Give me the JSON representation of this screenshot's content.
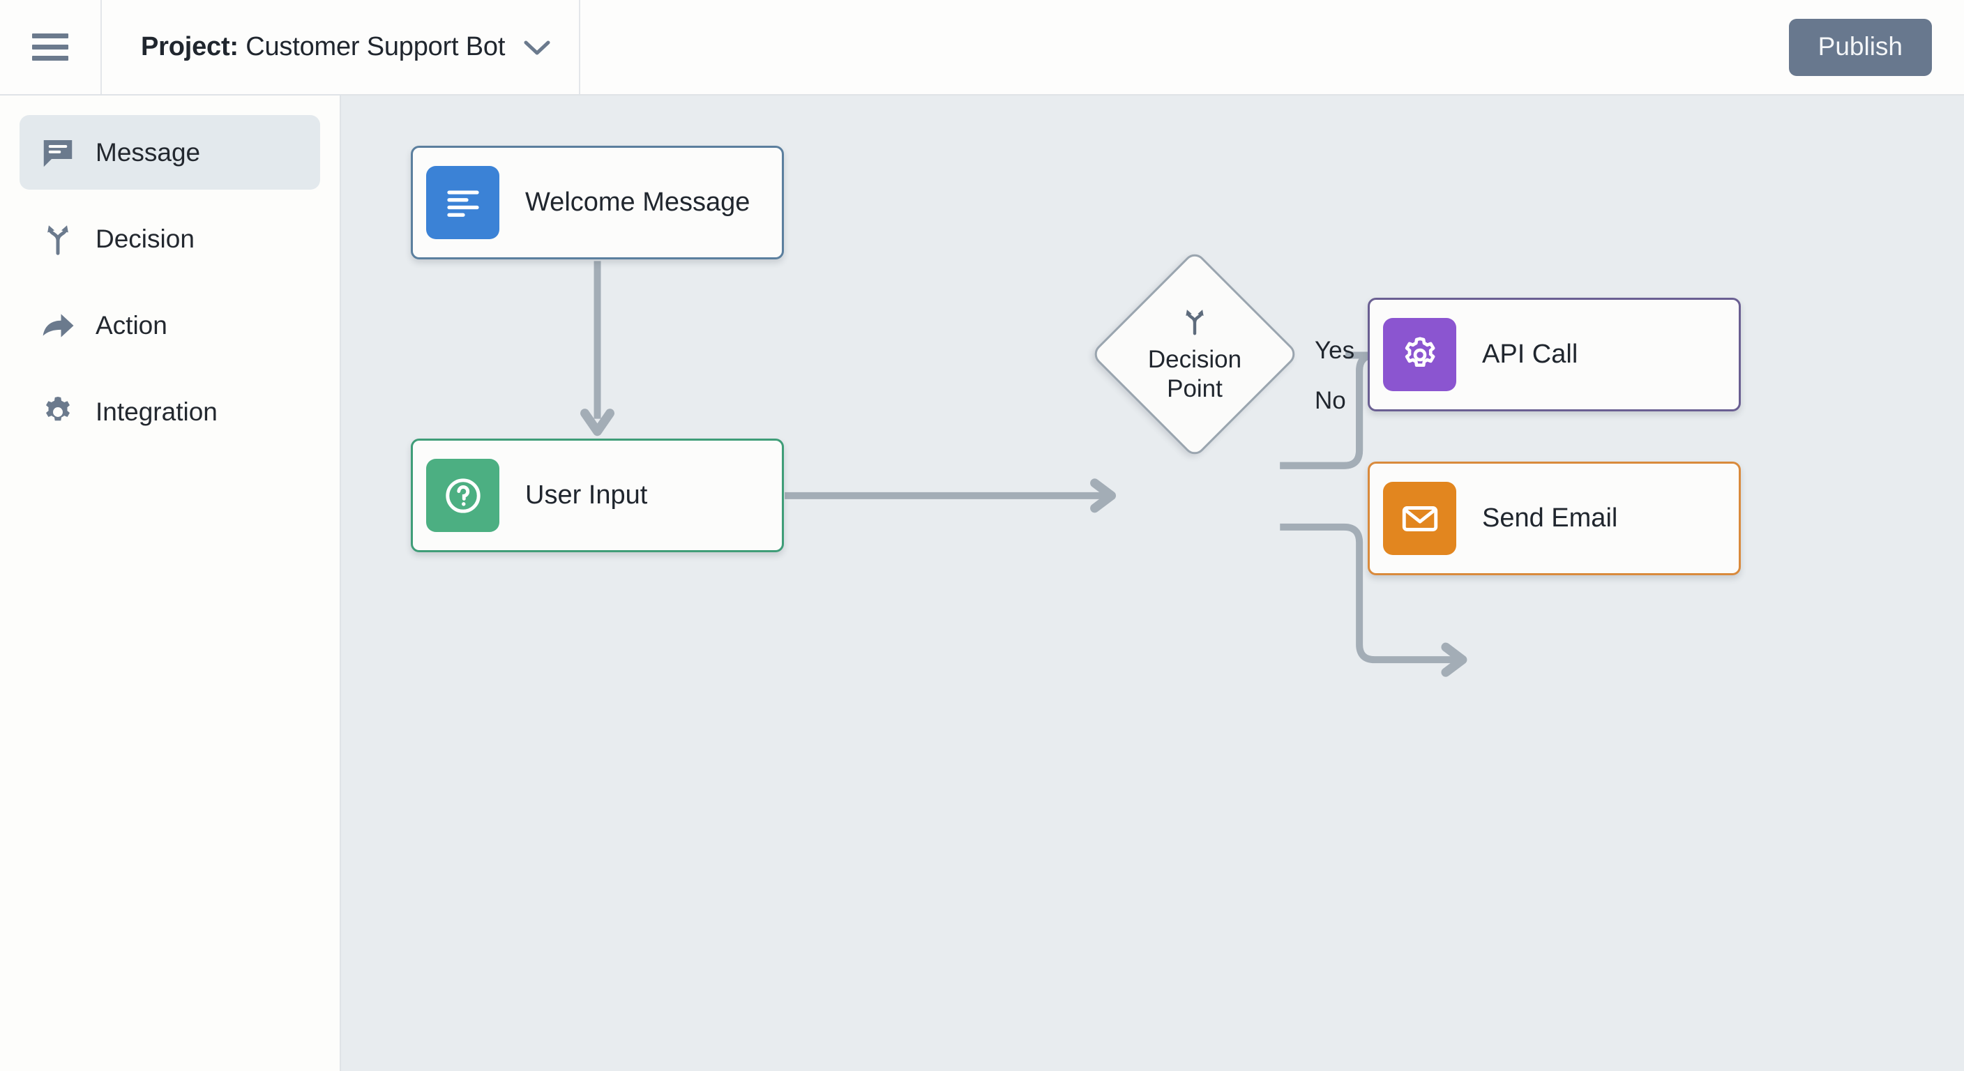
{
  "header": {
    "menu_icon": "hamburger-icon",
    "project_label": "Project:",
    "project_name": "Customer Support Bot",
    "dropdown_icon": "chevron-down-icon",
    "publish_label": "Publish"
  },
  "sidebar": {
    "items": [
      {
        "label": "Message",
        "icon": "message-bubble-icon",
        "active": true
      },
      {
        "label": "Decision",
        "icon": "branch-split-icon",
        "active": false
      },
      {
        "label": "Action",
        "icon": "forward-arrow-icon",
        "active": false
      },
      {
        "label": "Integration",
        "icon": "gear-icon",
        "active": false
      }
    ]
  },
  "canvas": {
    "nodes": [
      {
        "id": "welcome",
        "label": "Welcome Message",
        "icon": "text-lines-icon",
        "color": "#3b82d6",
        "border": "#5b7f9e"
      },
      {
        "id": "input",
        "label": "User Input",
        "icon": "question-circle-icon",
        "color": "#4caf82",
        "border": "#3f9d78"
      },
      {
        "id": "api",
        "label": "API Call",
        "icon": "gear-icon",
        "color": "#8b55d0",
        "border": "#6a5f92"
      },
      {
        "id": "email",
        "label": "Send Email",
        "icon": "envelope-icon",
        "color": "#e2861f",
        "border": "#d98a3c"
      }
    ],
    "decision": {
      "line1": "Decision",
      "line2": "Point",
      "icon": "branch-split-icon"
    },
    "edge_labels": {
      "yes": "Yes",
      "no": "No"
    },
    "connector_color": "#a3adb6"
  },
  "colors": {
    "canvas_bg": "#e8ecef",
    "sidebar_bg": "#fdfdfb",
    "publish_bg": "#68788e",
    "icon_gray": "#6b7a8d",
    "accent_blue": "#3b82d6",
    "accent_green": "#4caf82",
    "accent_purple": "#8b55d0",
    "accent_orange": "#e2861f"
  }
}
